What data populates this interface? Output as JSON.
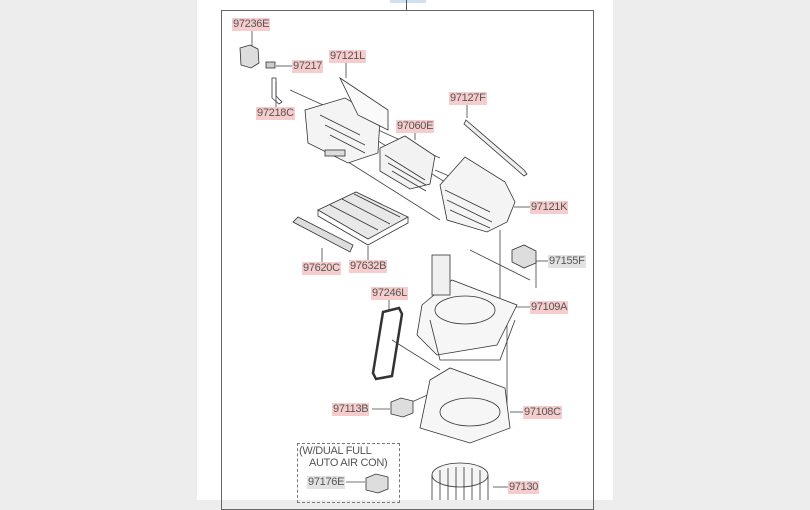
{
  "diagram": {
    "labels": {
      "p97236E": "97236E",
      "p97217": "97217",
      "p97121L": "97121L",
      "p97218C": "97218C",
      "p97127F": "97127F",
      "p97060E": "97060E",
      "p97121K": "97121K",
      "p97620C": "97620C",
      "p97632B": "97632B",
      "p97155F": "97155F",
      "p97246L": "97246L",
      "p97109A": "97109A",
      "p97113B": "97113B",
      "p97108C": "97108C",
      "p97176E": "97176E",
      "p97130": "97130"
    },
    "note": {
      "line1": "(W/DUAL FULL",
      "line2": "AUTO AIR CON)"
    }
  },
  "colors": {
    "label_bg": "#f6cccc",
    "label_bg_optional": "#e2e2e2"
  }
}
